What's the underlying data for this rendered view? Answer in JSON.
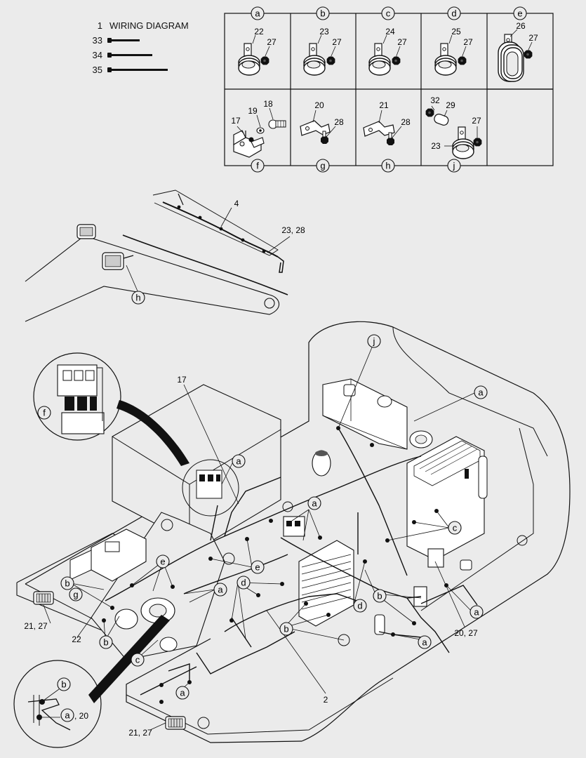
{
  "legend": {
    "items": [
      {
        "number": "1",
        "label": "WIRING DIAGRAM"
      },
      {
        "number": "33",
        "label": ""
      },
      {
        "number": "34",
        "label": ""
      },
      {
        "number": "35",
        "label": ""
      }
    ]
  },
  "detail_table": {
    "top_letters": [
      "a",
      "b",
      "c",
      "d",
      "e"
    ],
    "bottom_letters": [
      "f",
      "g",
      "h",
      "j"
    ],
    "cells": {
      "a": [
        "22",
        "27"
      ],
      "b": [
        "23",
        "27"
      ],
      "c": [
        "24",
        "27"
      ],
      "d": [
        "25",
        "27"
      ],
      "e": [
        "26",
        "27"
      ],
      "f": [
        "17",
        "19",
        "18"
      ],
      "g": [
        "20",
        "28"
      ],
      "h": [
        "21",
        "28"
      ],
      "j": [
        "32",
        "29",
        "27",
        "23"
      ]
    }
  },
  "boom": {
    "part_label": "4",
    "clamp_label": "23, 28",
    "callout": "h"
  },
  "main_view": {
    "part_labels": {
      "p17": "17",
      "p2": "2",
      "p22": "22",
      "p2127_left": "21, 27",
      "p2127_bottom": "21, 27",
      "p2027": "20, 27",
      "pa20": ", 20"
    },
    "callouts": {
      "j": "j",
      "a": "a",
      "b": "b",
      "c": "c",
      "d": "d",
      "e": "e",
      "f": "f",
      "g": "g"
    }
  },
  "colors": {
    "background": "#ebebeb",
    "line": "#111111",
    "panel_fill": "#ebebeb",
    "part_fill": "#ffffff"
  }
}
